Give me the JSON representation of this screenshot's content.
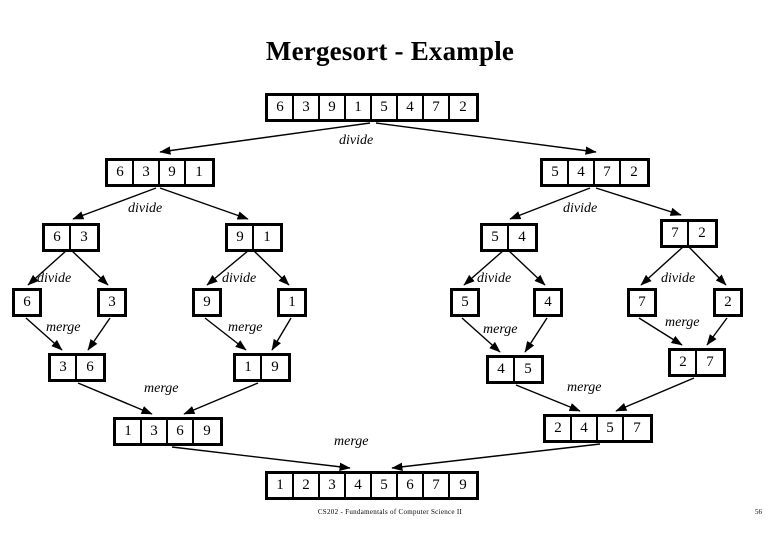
{
  "slide": {
    "title": "Mergesort - Example",
    "footer_text": "CS202 - Fundamentals of Computer Science II",
    "page_number": "56"
  },
  "labels": {
    "divide": "divide",
    "merge": "merge"
  },
  "arrays": {
    "root": {
      "values": [
        "6",
        "3",
        "9",
        "1",
        "5",
        "4",
        "7",
        "2"
      ]
    },
    "l2_left": {
      "values": [
        "6",
        "3",
        "9",
        "1"
      ]
    },
    "l2_right": {
      "values": [
        "5",
        "4",
        "7",
        "2"
      ]
    },
    "l3_a": {
      "values": [
        "6",
        "3"
      ]
    },
    "l3_b": {
      "values": [
        "9",
        "1"
      ]
    },
    "l3_c": {
      "values": [
        "5",
        "4"
      ]
    },
    "l3_d": {
      "values": [
        "7",
        "2"
      ]
    },
    "leaf_1": {
      "values": [
        "6"
      ]
    },
    "leaf_2": {
      "values": [
        "3"
      ]
    },
    "leaf_3": {
      "values": [
        "9"
      ]
    },
    "leaf_4": {
      "values": [
        "1"
      ]
    },
    "leaf_5": {
      "values": [
        "5"
      ]
    },
    "leaf_6": {
      "values": [
        "4"
      ]
    },
    "leaf_7": {
      "values": [
        "7"
      ]
    },
    "leaf_8": {
      "values": [
        "2"
      ]
    },
    "m2_a": {
      "values": [
        "3",
        "6"
      ]
    },
    "m2_b": {
      "values": [
        "1",
        "9"
      ]
    },
    "m2_c": {
      "values": [
        "4",
        "5"
      ]
    },
    "m2_d": {
      "values": [
        "2",
        "7"
      ]
    },
    "m4_left": {
      "values": [
        "1",
        "3",
        "6",
        "9"
      ]
    },
    "m4_right": {
      "values": [
        "2",
        "4",
        "5",
        "7"
      ]
    },
    "final": {
      "values": [
        "1",
        "2",
        "3",
        "4",
        "5",
        "6",
        "7",
        "9"
      ]
    }
  },
  "colors": {
    "ink": "#000000",
    "background": "#ffffff"
  }
}
